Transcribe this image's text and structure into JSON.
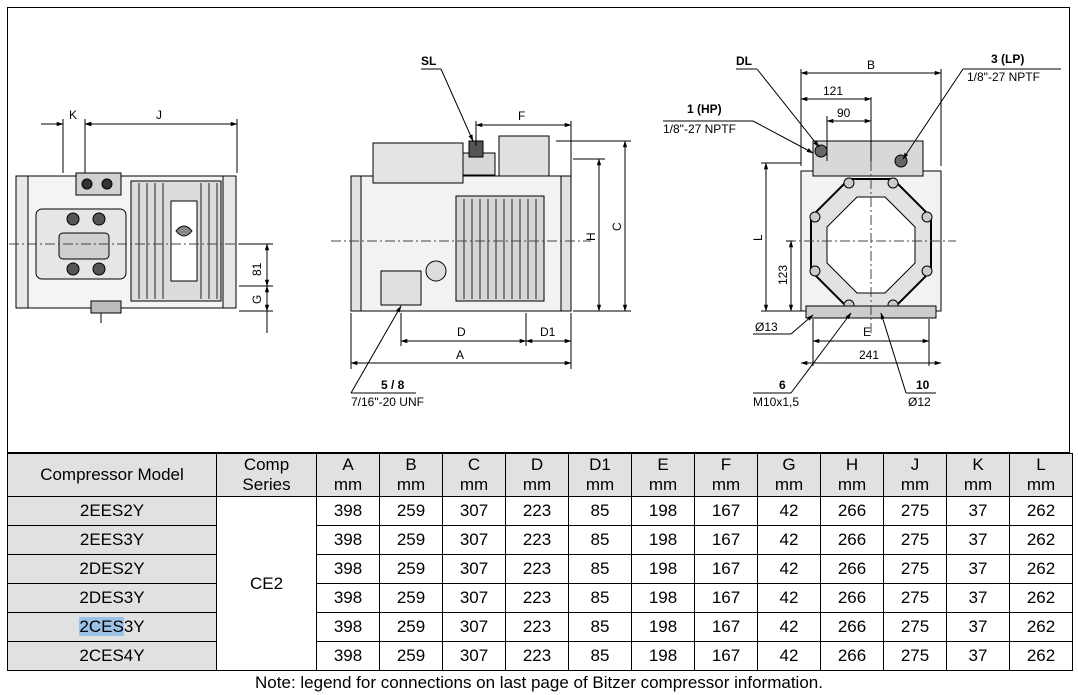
{
  "drawing": {
    "side_view": {
      "dims": {
        "k": "K",
        "j": "J",
        "h81": "81",
        "g": "G"
      }
    },
    "front_view": {
      "sl": "SL",
      "f": "F",
      "c": "C",
      "h": "H",
      "d": "D",
      "d1": "D1",
      "a": "A",
      "conn_5_8": "5 / 8",
      "conn_5_8_thread": "7/16\"-20 UNF"
    },
    "end_view": {
      "dl": "DL",
      "b": "B",
      "b121": "121",
      "b90": "90",
      "hp": "1 (HP)",
      "hp_thread": "1/8\"-27 NPTF",
      "lp": "3 (LP)",
      "lp_thread": "1/8\"-27 NPTF",
      "l": "L",
      "d123": "123",
      "d13": "Ø13",
      "e": "E",
      "d241": "241",
      "c6": "6",
      "c6_thread": "M10x1,5",
      "c10": "10",
      "c10_dia": "Ø12"
    }
  },
  "table": {
    "headers": [
      [
        "Compressor Model"
      ],
      [
        "Comp",
        "Series"
      ],
      [
        "A",
        "mm"
      ],
      [
        "B",
        "mm"
      ],
      [
        "C",
        "mm"
      ],
      [
        "D",
        "mm"
      ],
      [
        "D1",
        "mm"
      ],
      [
        "E",
        "mm"
      ],
      [
        "F",
        "mm"
      ],
      [
        "G",
        "mm"
      ],
      [
        "H",
        "mm"
      ],
      [
        "J",
        "mm"
      ],
      [
        "K",
        "mm"
      ],
      [
        "L",
        "mm"
      ]
    ],
    "series": "CE2",
    "rows": [
      {
        "model": "2EES2Y",
        "values": [
          "398",
          "259",
          "307",
          "223",
          "85",
          "198",
          "167",
          "42",
          "266",
          "275",
          "37",
          "262"
        ]
      },
      {
        "model": "2EES3Y",
        "values": [
          "398",
          "259",
          "307",
          "223",
          "85",
          "198",
          "167",
          "42",
          "266",
          "275",
          "37",
          "262"
        ]
      },
      {
        "model": "2DES2Y",
        "values": [
          "398",
          "259",
          "307",
          "223",
          "85",
          "198",
          "167",
          "42",
          "266",
          "275",
          "37",
          "262"
        ]
      },
      {
        "model": "2DES3Y",
        "values": [
          "398",
          "259",
          "307",
          "223",
          "85",
          "198",
          "167",
          "42",
          "266",
          "275",
          "37",
          "262"
        ]
      },
      {
        "model": "2CES3Y",
        "model_highlight": "2CES",
        "model_rest": "3Y",
        "values": [
          "398",
          "259",
          "307",
          "223",
          "85",
          "198",
          "167",
          "42",
          "266",
          "275",
          "37",
          "262"
        ]
      },
      {
        "model": "2CES4Y",
        "values": [
          "398",
          "259",
          "307",
          "223",
          "85",
          "198",
          "167",
          "42",
          "266",
          "275",
          "37",
          "262"
        ]
      }
    ],
    "highlight_color": "#9cc2e5",
    "header_fill": "#e1e1e1"
  },
  "note": "Note: legend for connections on last page of Bitzer compressor information."
}
